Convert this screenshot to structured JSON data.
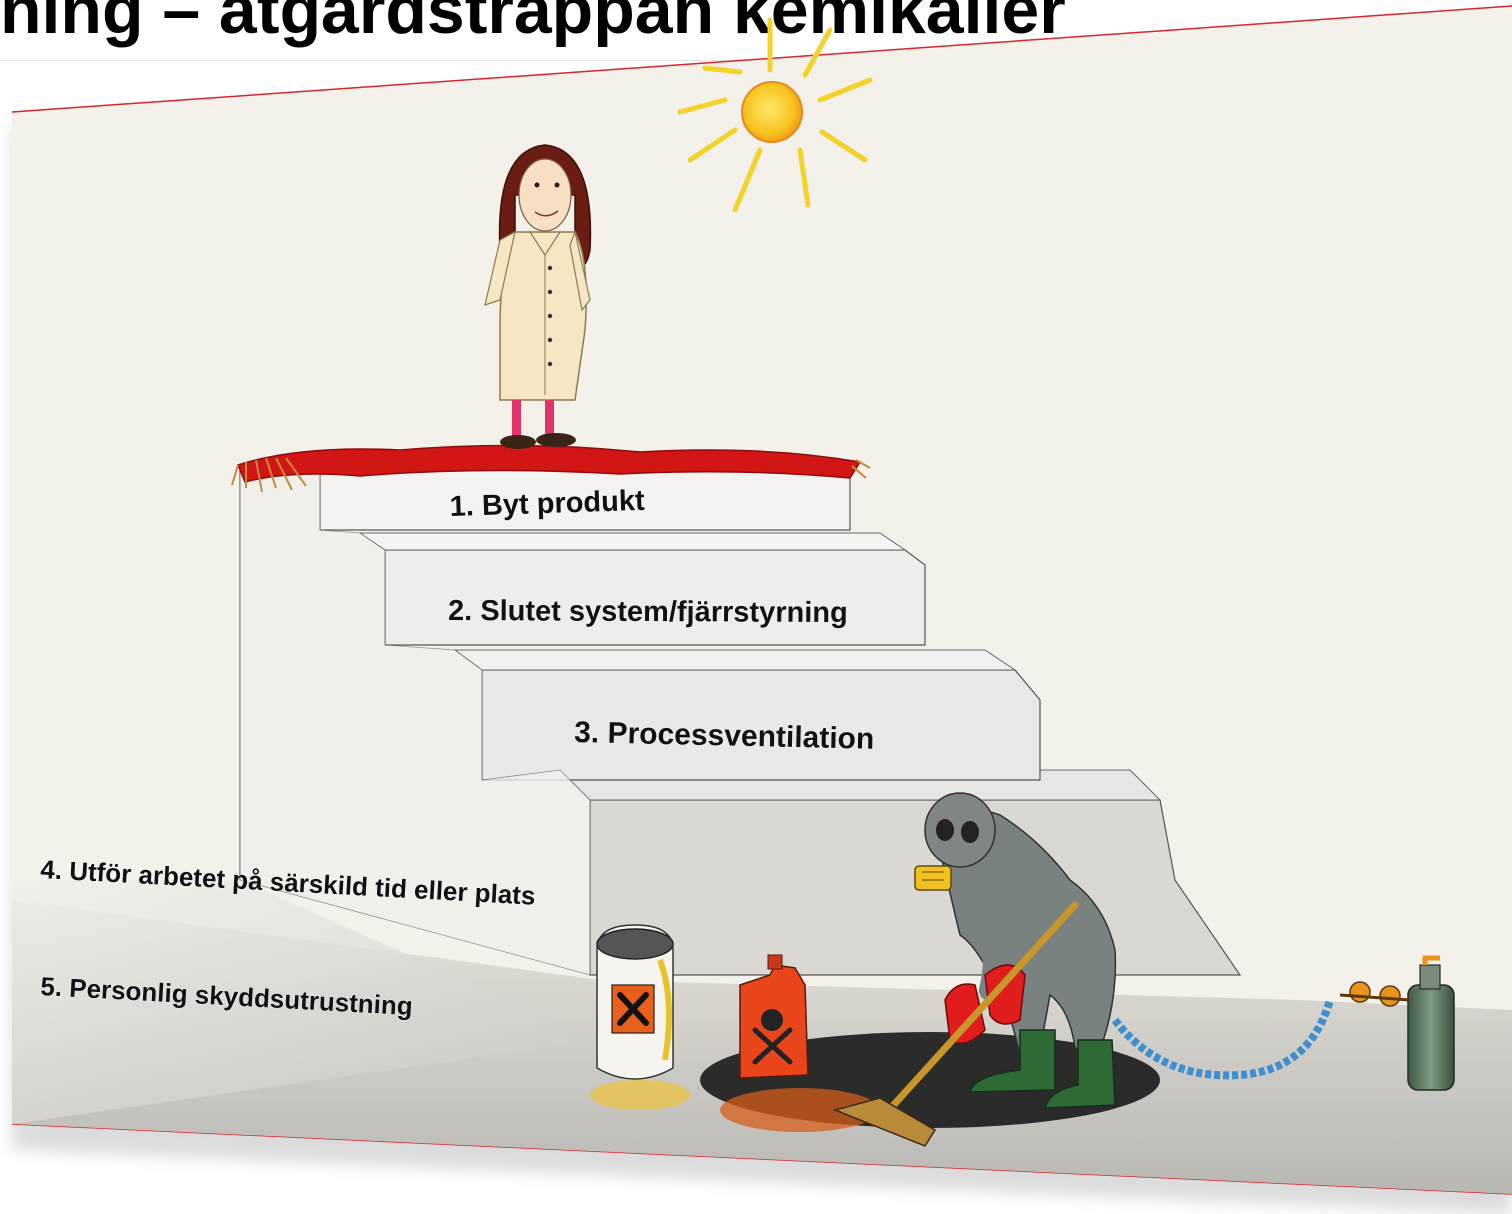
{
  "page": {
    "title": "ning – åtgärdstrappan kemikalier"
  },
  "staircase": {
    "steps": [
      {
        "number": "1.",
        "text": "Byt produkt"
      },
      {
        "number": "2.",
        "text": "Slutet system/fjärrstyrning"
      },
      {
        "number": "3.",
        "text": "Processventilation"
      },
      {
        "number": "4.",
        "text": "Utför arbetet på särskild tid eller plats"
      },
      {
        "number": "5.",
        "text": "Personlig skyddsutrustning"
      }
    ]
  },
  "colors": {
    "accent_line": "#d8262e",
    "paper": "#f3f1ea",
    "carpet": "#d21616",
    "sun": "#f6c21d",
    "hazard_orange": "#e8451b"
  },
  "icons": [
    "sun-icon",
    "hazard-x-icon",
    "skull-icon",
    "gas-bottle-icon"
  ]
}
